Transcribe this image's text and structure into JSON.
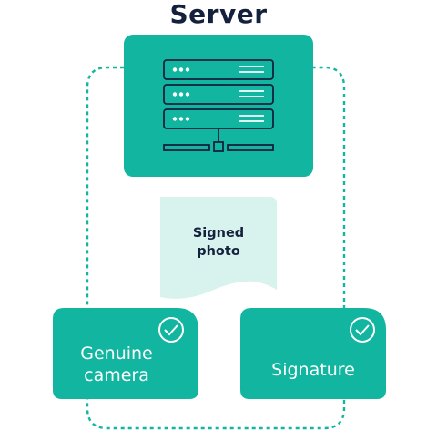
{
  "title": "Server",
  "document": {
    "line1": "Signed",
    "line2": "photo"
  },
  "cards": {
    "camera": {
      "line1": "Genuine",
      "line2": "camera",
      "icon": "check-circle-icon"
    },
    "signature": {
      "label": "Signature",
      "icon": "check-circle-icon"
    }
  },
  "server": {
    "icon": "server-rack-icon"
  },
  "colors": {
    "teal": "#12b6a0",
    "navy": "#14213d",
    "paper": "#d8f2ee",
    "white": "#ffffff"
  }
}
